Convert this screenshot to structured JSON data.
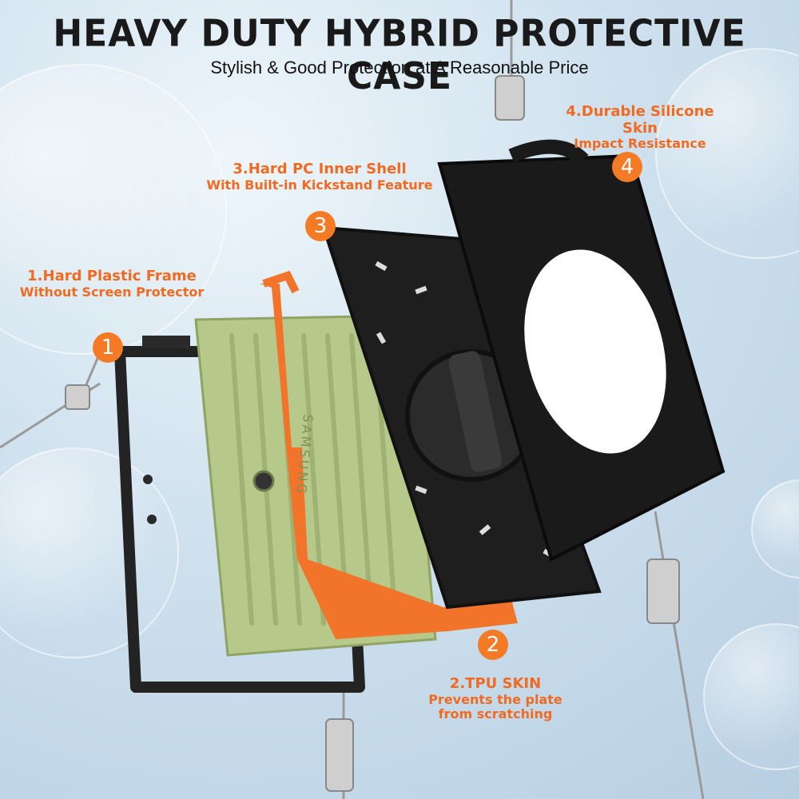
{
  "header": {
    "title": "HEAVY DUTY HYBRID PROTECTIVE CASE",
    "subtitle": "Stylish & Good Protection at A Reasonable Price"
  },
  "callouts": [
    {
      "number": "1",
      "title": "1.Hard Plastic Frame",
      "desc": "Without Screen Protector"
    },
    {
      "number": "2",
      "title": "2.TPU SKIN",
      "desc": "Prevents the plate",
      "desc2": "from scratching"
    },
    {
      "number": "3",
      "title": "3.Hard PC Inner Shell",
      "desc": "With Built-in Kickstand Feature"
    },
    {
      "number": "4",
      "title": "4.Durable Silicone Skin",
      "desc": "Impact Resistance"
    }
  ],
  "brand_on_tablet": "SAMSUNG",
  "colors": {
    "accent": "#f26a22",
    "badge": "#f57a25",
    "tablet_green": "#b7c98a",
    "case_black": "#1c1c1c",
    "tpu_orange": "#f2742a"
  }
}
